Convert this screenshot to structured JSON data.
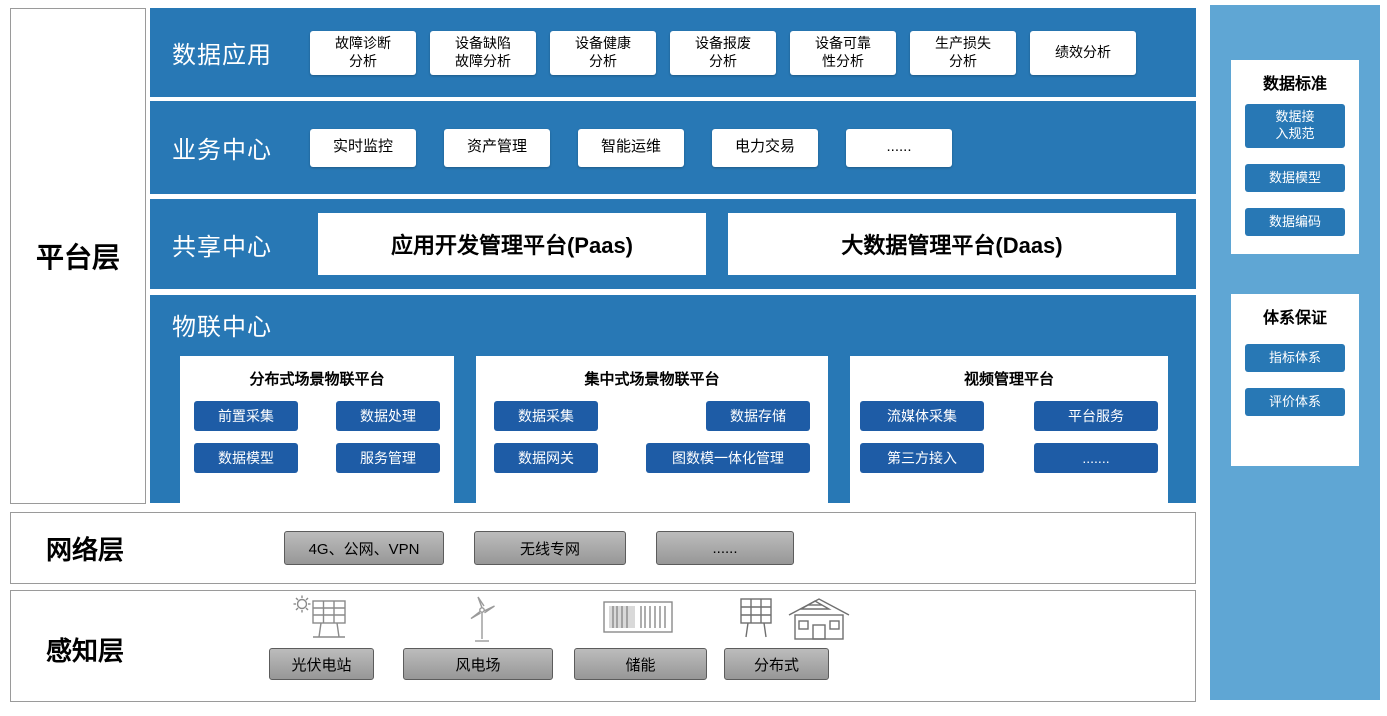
{
  "colors": {
    "band_blue": "#2878b5",
    "dark_blue": "#1e5ca6",
    "sidebar_blue": "#5fa6d4",
    "gray_button": "#979797"
  },
  "platform_layer": {
    "label": "平台层",
    "data_apps": {
      "title": "数据应用",
      "items": [
        "故障诊断\n分析",
        "设备缺陷\n故障分析",
        "设备健康\n分析",
        "设备报废\n分析",
        "设备可靠\n性分析",
        "生产损失\n分析",
        "绩效分析"
      ]
    },
    "business_center": {
      "title": "业务中心",
      "items": [
        "实时监控",
        "资产管理",
        "智能运维",
        "电力交易",
        "......"
      ]
    },
    "sharing_center": {
      "title": "共享中心",
      "items": [
        "应用开发管理平台(Paas)",
        "大数据管理平台(Daas)"
      ]
    },
    "iot_center": {
      "title": "物联中心",
      "panels": [
        {
          "title": "分布式场景物联平台",
          "items": [
            "前置采集",
            "数据处理",
            "数据模型",
            "服务管理"
          ]
        },
        {
          "title": "集中式场景物联平台",
          "items": [
            "数据采集",
            "数据存储",
            "数据网关",
            "图数模一体化管理"
          ]
        },
        {
          "title": "视频管理平台",
          "items": [
            "流媒体采集",
            "平台服务",
            "第三方接入",
            "......."
          ]
        }
      ]
    }
  },
  "network_layer": {
    "label": "网络层",
    "items": [
      "4G、公网、VPN",
      "无线专网",
      "......"
    ]
  },
  "perception_layer": {
    "label": "感知层",
    "icons": [
      "solar-plant-icon",
      "wind-turbine-icon",
      "energy-storage-icon",
      "distributed-pv-icon"
    ],
    "items": [
      "光伏电站",
      "风电场",
      "储能",
      "分布式"
    ]
  },
  "sidebar": {
    "data_standard": {
      "title": "数据标准",
      "items": [
        "数据接\n入规范",
        "数据模型",
        "数据编码"
      ]
    },
    "system_assurance": {
      "title": "体系保证",
      "items": [
        "指标体系",
        "评价体系"
      ]
    }
  }
}
